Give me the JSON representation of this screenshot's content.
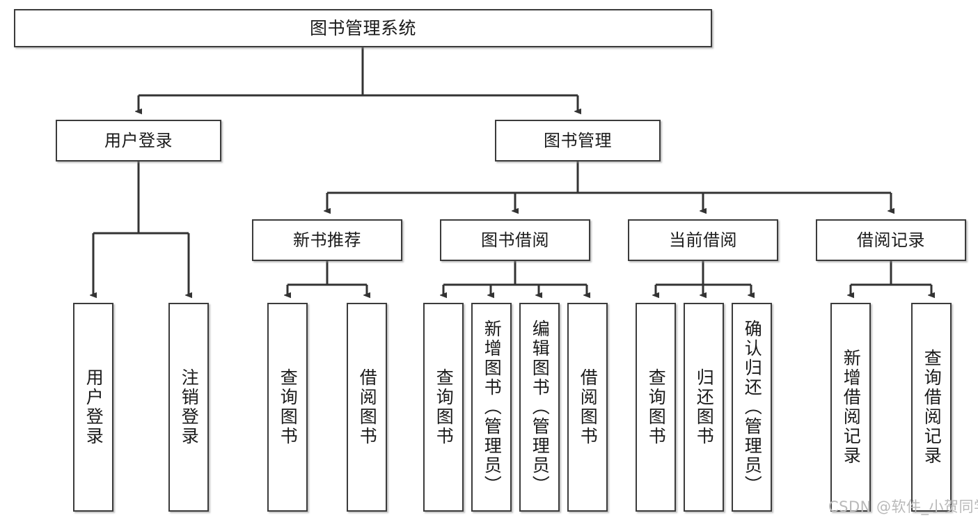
{
  "diagram": {
    "title": "图书管理系统",
    "type": "tree-hierarchy-diagram",
    "colors": {
      "box_border": "#3b3b3b",
      "box_fill": "#ffffff",
      "edge": "#333333",
      "text": "#1a1a1a",
      "watermark": "#b9b9b9",
      "background": "#ffffff"
    },
    "nodes": {
      "root": {
        "label": "图书管理系统"
      },
      "level2": [
        {
          "id": "user-login",
          "label": "用户登录"
        },
        {
          "id": "book-management",
          "label": "图书管理"
        }
      ],
      "level3": [
        {
          "id": "new-book-recommend",
          "label": "新书推荐"
        },
        {
          "id": "book-borrow",
          "label": "图书借阅"
        },
        {
          "id": "current-borrow",
          "label": "当前借阅"
        },
        {
          "id": "borrow-record",
          "label": "借阅记录"
        }
      ],
      "leaves_user_login": [
        {
          "id": "leaf-user-login",
          "label": "用户登录"
        },
        {
          "id": "leaf-logout-login",
          "label": "注销登录"
        }
      ],
      "leaves_new_book_recommend": [
        {
          "id": "leaf-query-book-1",
          "label": "查询图书"
        },
        {
          "id": "leaf-borrow-book-1",
          "label": "借阅图书"
        }
      ],
      "leaves_book_borrow": [
        {
          "id": "leaf-query-book-2",
          "label": "查询图书"
        },
        {
          "id": "leaf-add-book",
          "label": "新增图书（管理员）"
        },
        {
          "id": "leaf-edit-book",
          "label": "编辑图书（管理员）"
        },
        {
          "id": "leaf-borrow-book-2",
          "label": "借阅图书"
        }
      ],
      "leaves_current_borrow": [
        {
          "id": "leaf-query-book-3",
          "label": "查询图书"
        },
        {
          "id": "leaf-return-book",
          "label": "归还图书"
        },
        {
          "id": "leaf-confirm-return",
          "label": "确认归还（管理员）"
        }
      ],
      "leaves_borrow_record": [
        {
          "id": "leaf-add-borrow-record",
          "label": "新增借阅记录"
        },
        {
          "id": "leaf-query-borrow-record",
          "label": "查询借阅记录"
        }
      ]
    },
    "watermark": "CSDN @软件_小贺同学"
  }
}
